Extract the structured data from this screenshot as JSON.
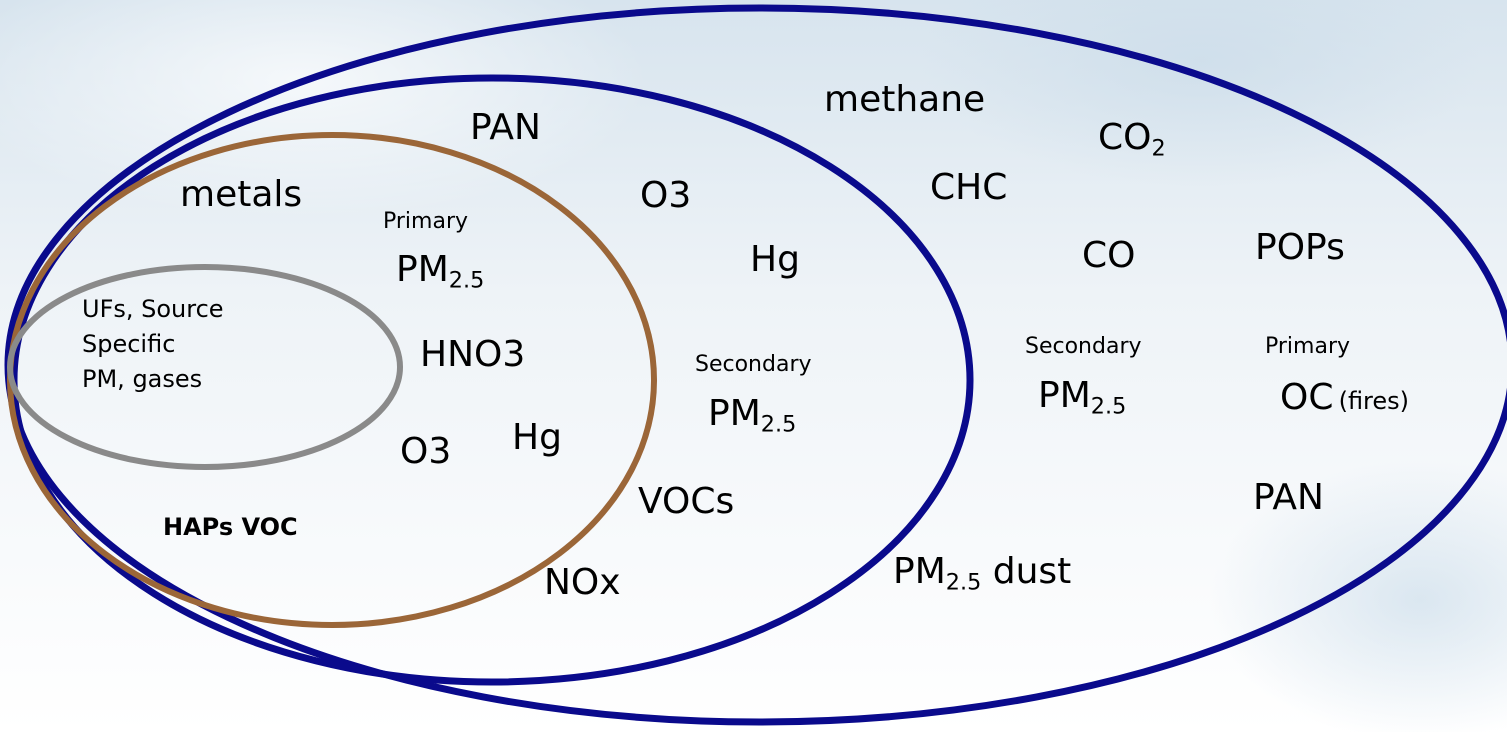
{
  "colors": {
    "outer_ellipse": "#0a0a8c",
    "middle_ellipse": "#0a0a8c",
    "inner_ellipse": "#9b6638",
    "core_ellipse": "#8a8a8a"
  },
  "core": {
    "lines": [
      "UFs, Source",
      "Specific",
      "PM, gases"
    ]
  },
  "inner": {
    "metals": "metals",
    "primary_label": "Primary",
    "pm_prefix": "PM",
    "pm_sub": "2.5",
    "hno3": "HNO3",
    "o3": "O3",
    "hg": "Hg",
    "haps_voc": "HAPs VOC"
  },
  "middle": {
    "pan": "PAN",
    "o3": "O3",
    "hg": "Hg",
    "secondary_label": "Secondary",
    "pm_prefix": "PM",
    "pm_sub": "2.5",
    "vocs": "VOCs",
    "nox": "NOx"
  },
  "outer": {
    "methane": "methane",
    "co2_prefix": "CO",
    "co2_sub": "2",
    "chc": "CHC",
    "co": "CO",
    "pops": "POPs",
    "secondary_label": "Secondary",
    "pm_prefix": "PM",
    "pm_sub": "2.5",
    "primary_label": "Primary",
    "oc": "OC",
    "oc_note": "(fires)",
    "pan": "PAN",
    "dust_pm_prefix": "PM",
    "dust_pm_sub": "2.5",
    "dust": "dust"
  }
}
